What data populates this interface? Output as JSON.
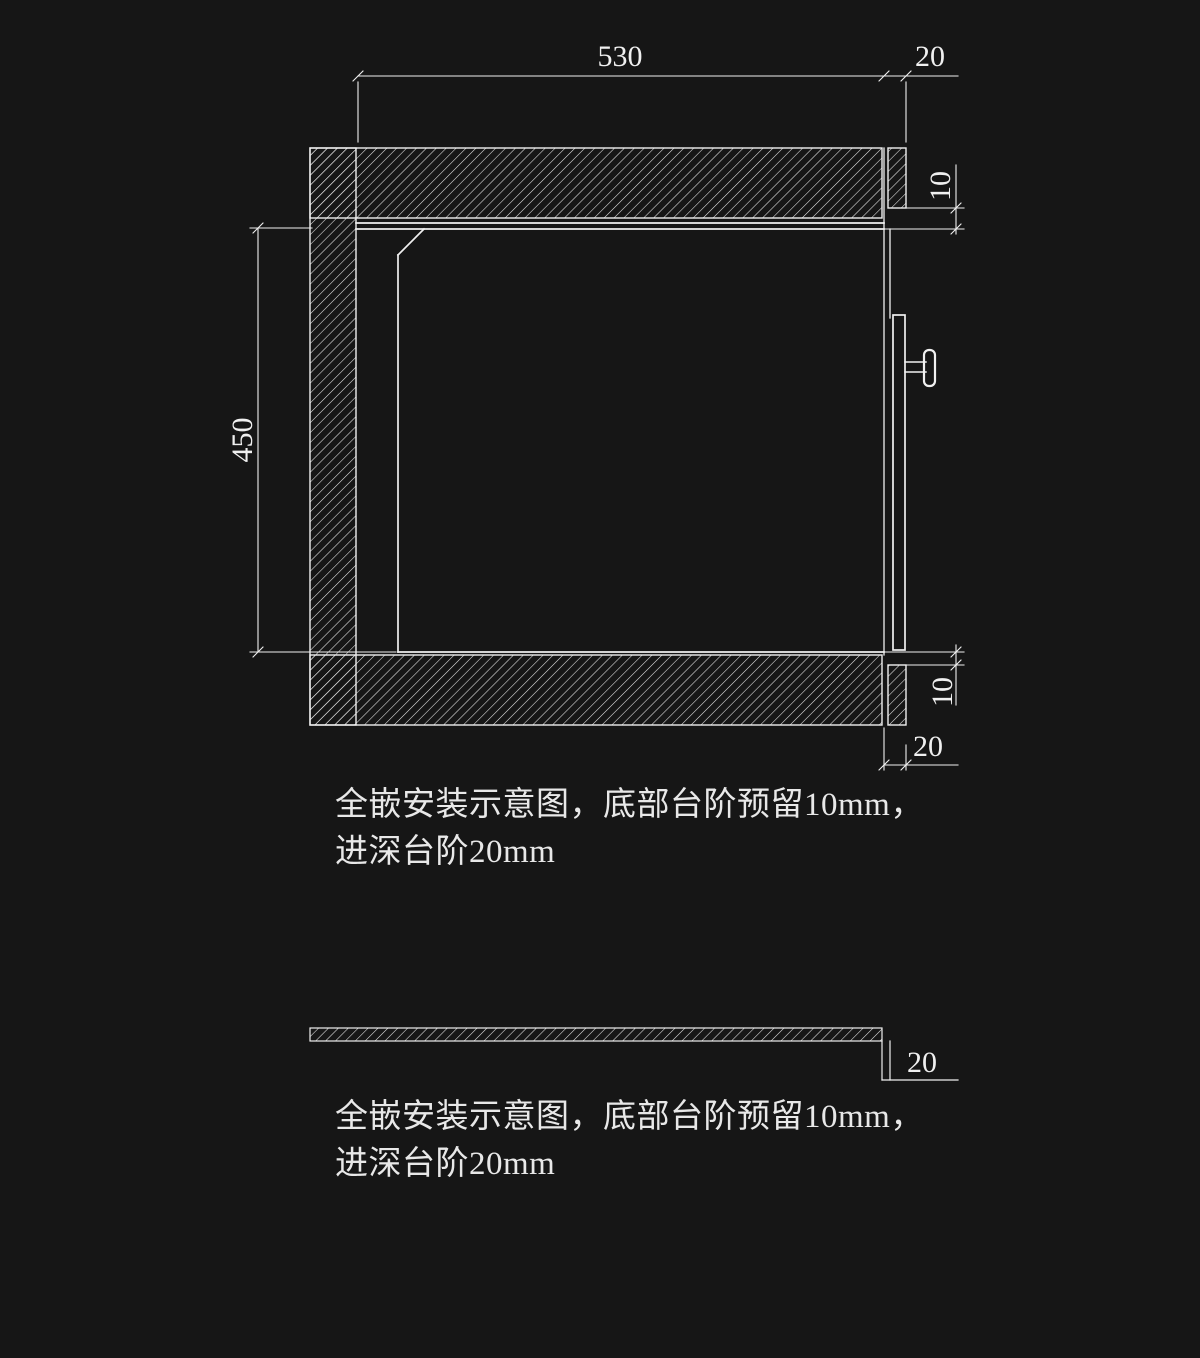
{
  "page": {
    "background_color": "#161616",
    "line_color": "#f0f0f0"
  },
  "main_drawing": {
    "dim_width": "530",
    "dim_top_step_depth": "20",
    "dim_top_step_height": "10",
    "dim_height": "450",
    "dim_bottom_step_height": "10",
    "dim_bottom_step_depth": "20",
    "caption_line1": "全嵌安装示意图，底部台阶预留10mm，",
    "caption_line2": "进深台阶20mm"
  },
  "detail_drawing": {
    "dim_step_depth": "20",
    "caption_line1": "全嵌安装示意图，底部台阶预留10mm，",
    "caption_line2": "进深台阶20mm"
  }
}
